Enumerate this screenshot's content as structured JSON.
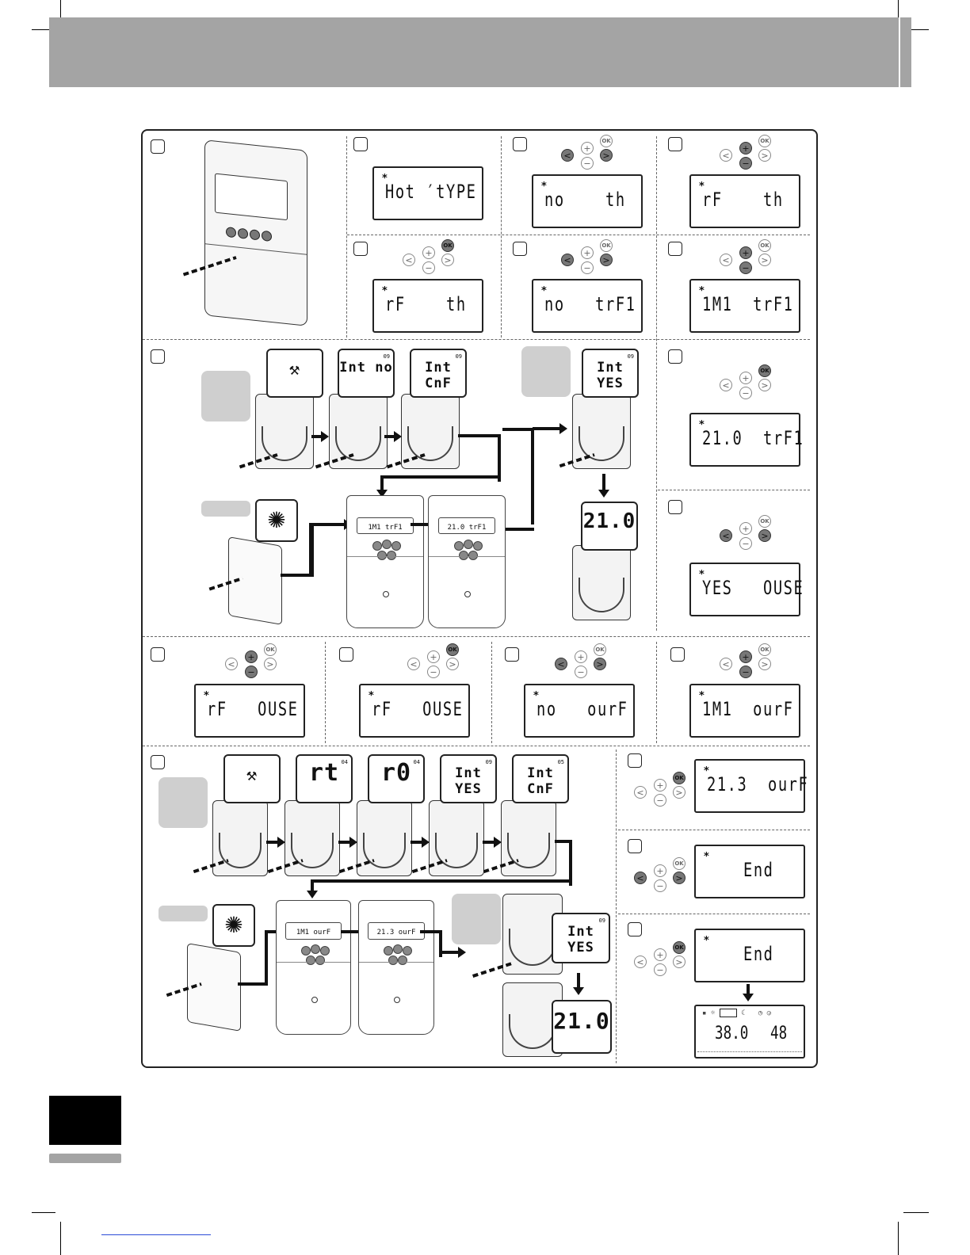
{
  "steps_row1": [
    {
      "lcd": "Hot ′tYPE"
    },
    {
      "lcd": "no    th"
    },
    {
      "lcd": "rF    th"
    }
  ],
  "steps_row2": [
    {
      "lcd": "rF    th"
    },
    {
      "lcd": "no   trF1"
    },
    {
      "lcd": "1M1  trF1"
    }
  ],
  "section3": {
    "bubbles": [
      "⚒",
      "Int no",
      "Int CnF",
      "Int YES",
      "21.0"
    ],
    "bubble_sup": "09",
    "controller_screens": [
      "1M1 trF1",
      "21.0 trF1"
    ],
    "right_lcd_1": "21.0  trF1",
    "right_lcd_2": "YES   OUSE"
  },
  "steps_row4": [
    {
      "lcd": "rF   OUSE"
    },
    {
      "lcd": "rF   OUSE"
    },
    {
      "lcd": "no   ourF"
    },
    {
      "lcd": "1M1  ourF"
    }
  ],
  "section5": {
    "bubbles": [
      "⚒",
      "rt",
      "r0",
      "Int YES",
      "Int CnF",
      "Int YES",
      "21.0"
    ],
    "bubble_sups": [
      "",
      "04",
      "04",
      "09",
      "05",
      "09",
      ""
    ],
    "controller_screens": [
      "1M1 ourF",
      "21.3 ourF"
    ],
    "right_lcds": [
      "21.3  ourF",
      "End",
      "End"
    ],
    "final_lcd": {
      "left": "38.0",
      "right": "48"
    }
  },
  "buttons": {
    "plus": "+",
    "minus": "−",
    "left": "<",
    "right": ">",
    "ok": "OK"
  },
  "star": "*"
}
